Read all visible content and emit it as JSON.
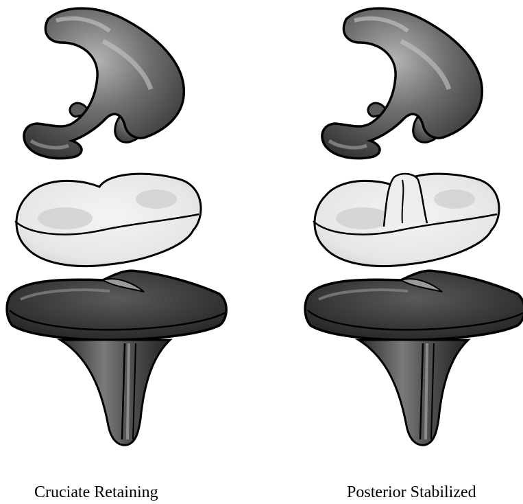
{
  "captions": {
    "left": "Cruciate Retaining",
    "right": "Posterior Stabilized"
  },
  "implants": [
    {
      "id": "cruciate-retaining",
      "post": false
    },
    {
      "id": "posterior-stabilized",
      "post": true
    }
  ],
  "colors": {
    "metal_dark": "#2e2e2e",
    "metal_mid": "#6e6e6e",
    "metal_light": "#b4b4b4",
    "poly_light": "#f0f0f0",
    "poly_shade": "#c6c6c6",
    "outline": "#000000"
  }
}
